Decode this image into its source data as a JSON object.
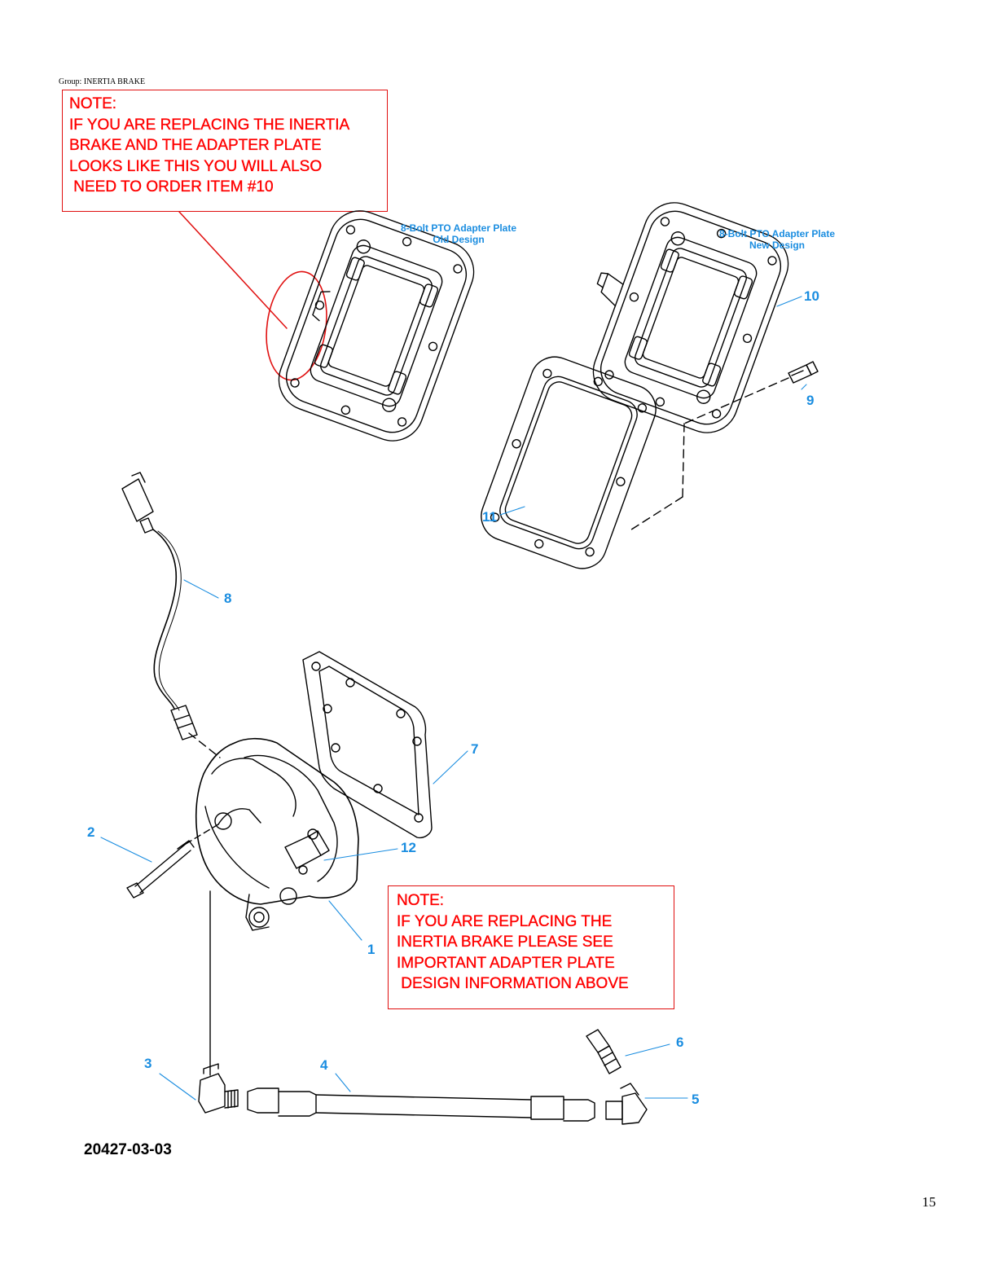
{
  "header": {
    "group_label": "Group: INERTIA BRAKE"
  },
  "notes": {
    "top": {
      "lines": [
        "NOTE:",
        "IF YOU ARE REPLACING THE INERTIA",
        "BRAKE AND THE ADAPTER PLATE",
        "LOOKS LIKE THIS YOU WILL ALSO",
        " NEED TO ORDER ITEM #10"
      ]
    },
    "bottom": {
      "lines": [
        "NOTE:",
        "IF YOU ARE REPLACING THE",
        "INERTIA BRAKE PLEASE SEE",
        "IMPORTANT ADAPTER PLATE",
        " DESIGN INFORMATION ABOVE"
      ]
    }
  },
  "plates": {
    "old": {
      "line1": "8-Bolt PTO Adapter Plate",
      "line2": "Old Design"
    },
    "new": {
      "line1": "8-Bolt PTO Adapter Plate",
      "line2": "New Design"
    }
  },
  "callouts": {
    "c1": "1",
    "c2": "2",
    "c3": "3",
    "c4": "4",
    "c5": "5",
    "c6": "6",
    "c7": "7",
    "c8": "8",
    "c9": "9",
    "c10": "10",
    "c11": "11",
    "c12": "12"
  },
  "footer": {
    "drawing_id": "20427-03-03",
    "page_number": "15"
  },
  "colors": {
    "note_red": "#ff0000",
    "callout_blue": "#1a8de0",
    "line_black": "#000000"
  }
}
